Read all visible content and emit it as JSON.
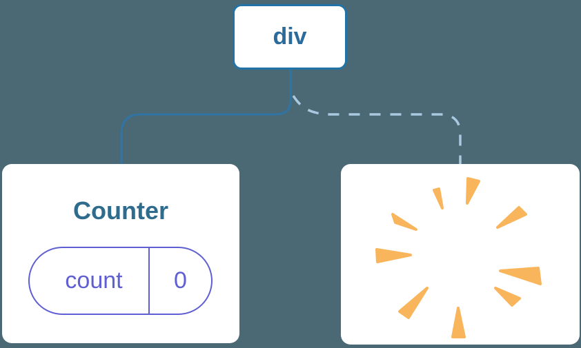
{
  "background_color": "#4b6974",
  "tree": {
    "root_node": {
      "label": "div"
    },
    "counter_node": {
      "title": "Counter",
      "state_pill": {
        "name": "count",
        "value": "0"
      }
    },
    "poof_node": {
      "icon": "poof-burst"
    }
  },
  "colors": {
    "node_background": "#ffffff",
    "root_border": "#2173a7",
    "root_label": "#2a6b9c",
    "solid_connector": "#2f74a3",
    "dashed_connector": "#a9c9e0",
    "counter_title": "#2f6b8d",
    "state_pill": "#5f5fd3",
    "poof": "#f9b55c"
  }
}
